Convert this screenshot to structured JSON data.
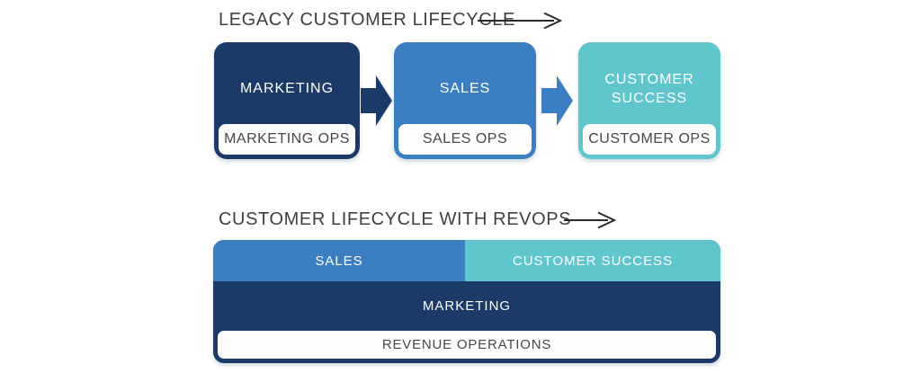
{
  "legacy_section": {
    "title": "LEGACY CUSTOMER LIFECYCLE",
    "stages": [
      {
        "label": "MARKETING",
        "ops_label": "MARKETING OPS",
        "color": "#1c3a67"
      },
      {
        "label": "SALES",
        "ops_label": "SALES OPS",
        "color": "#3b7fc2"
      },
      {
        "label": "CUSTOMER SUCCESS",
        "ops_label": "CUSTOMER OPS",
        "color": "#5ec6cc"
      }
    ],
    "connector_colors": [
      "#1c3a67",
      "#3b7fc2"
    ]
  },
  "revops_section": {
    "title": "CUSTOMER LIFECYCLE WITH REVOPS",
    "top_row": [
      {
        "label": "SALES",
        "color": "#3b7fc2"
      },
      {
        "label": "CUSTOMER SUCCESS",
        "color": "#5ec6cc"
      }
    ],
    "middle_row": {
      "label": "MARKETING",
      "color": "#1c3a67"
    },
    "bottom_row": {
      "label": "REVENUE OPERATIONS",
      "color": "#ffffff"
    }
  },
  "text_colors": {
    "title": "#3f3f41",
    "ops_text": "#474747",
    "arrow_stroke": "#2b2a2a"
  }
}
